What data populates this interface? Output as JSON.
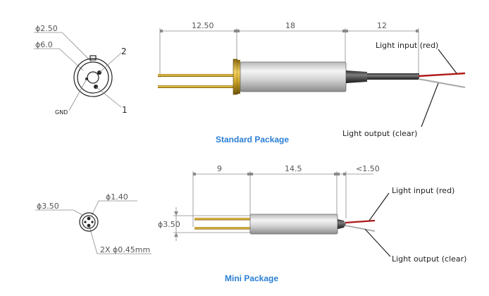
{
  "standard": {
    "end_view": {
      "dia_small": "ϕ2.50",
      "dia_large": "ϕ6.0",
      "pin_2": "2",
      "pin_1": "1",
      "gnd": "GND"
    },
    "side_view": {
      "dim_pins": "12.50",
      "dim_body": "18",
      "dim_fiber": "12",
      "label_input": "Light input (red)",
      "label_output": "Light output (clear)"
    },
    "caption": "Standard Package"
  },
  "mini": {
    "end_view": {
      "dia_body": "ϕ3.50",
      "dia_inner": "ϕ1.40",
      "dia_pins": "2X ϕ0.45mm"
    },
    "side_view": {
      "dim_pins": "9",
      "dim_body": "14.5",
      "dim_tip": "<1.50",
      "dia_height": "ϕ3.50",
      "label_input": "Light input (red)",
      "label_output": "Light output (clear)"
    },
    "caption": "Mini  Package"
  },
  "colors": {
    "caption": "#2a7fd4",
    "pins": "#c9a227",
    "red_fiber": "#b01818",
    "clear_fiber": "#bdbdbd"
  }
}
